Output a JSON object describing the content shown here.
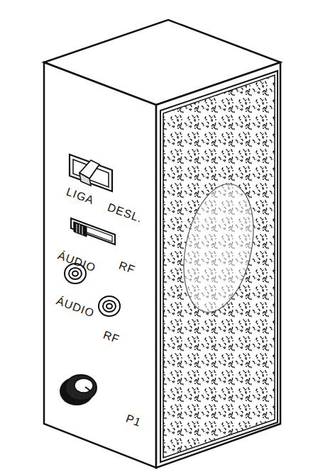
{
  "diagram": {
    "labels": [
      "LIGA",
      "DESL.",
      "ÁUDIO",
      "RF",
      "ÁUDIO",
      "RF",
      "P1"
    ]
  }
}
